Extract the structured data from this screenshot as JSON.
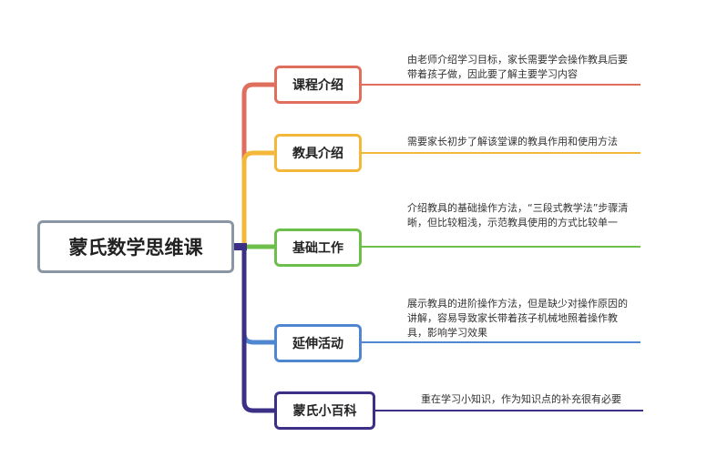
{
  "root": {
    "label": "蒙氏数学思维课",
    "color": "#8a96a3"
  },
  "branches": [
    {
      "label": "课程介绍",
      "color": "#e06e5c",
      "note": "由老师介绍学习目标，家长需要学会操作教具后要带着孩子做，因此要了解主要学习内容"
    },
    {
      "label": "教具介绍",
      "color": "#f3b83a",
      "note": "需要家长初步了解该堂课的教具作用和使用方法"
    },
    {
      "label": "基础工作",
      "color": "#6cbf4a",
      "note": "介绍教具的基础操作方法，“三段式教学法”步骤清晰，但比较粗浅，示范教具使用的方式比较单一"
    },
    {
      "label": "延伸活动",
      "color": "#4f86d0",
      "note": "展示教具的进阶操作方法，但是缺少对操作原因的讲解，容易导致家长带着孩子机械地照着操作教具，影响学习效果"
    },
    {
      "label": "蒙氏小百科",
      "color": "#3b2f86",
      "note": "重在学习小知识，作为知识点的补充很有必要"
    }
  ]
}
